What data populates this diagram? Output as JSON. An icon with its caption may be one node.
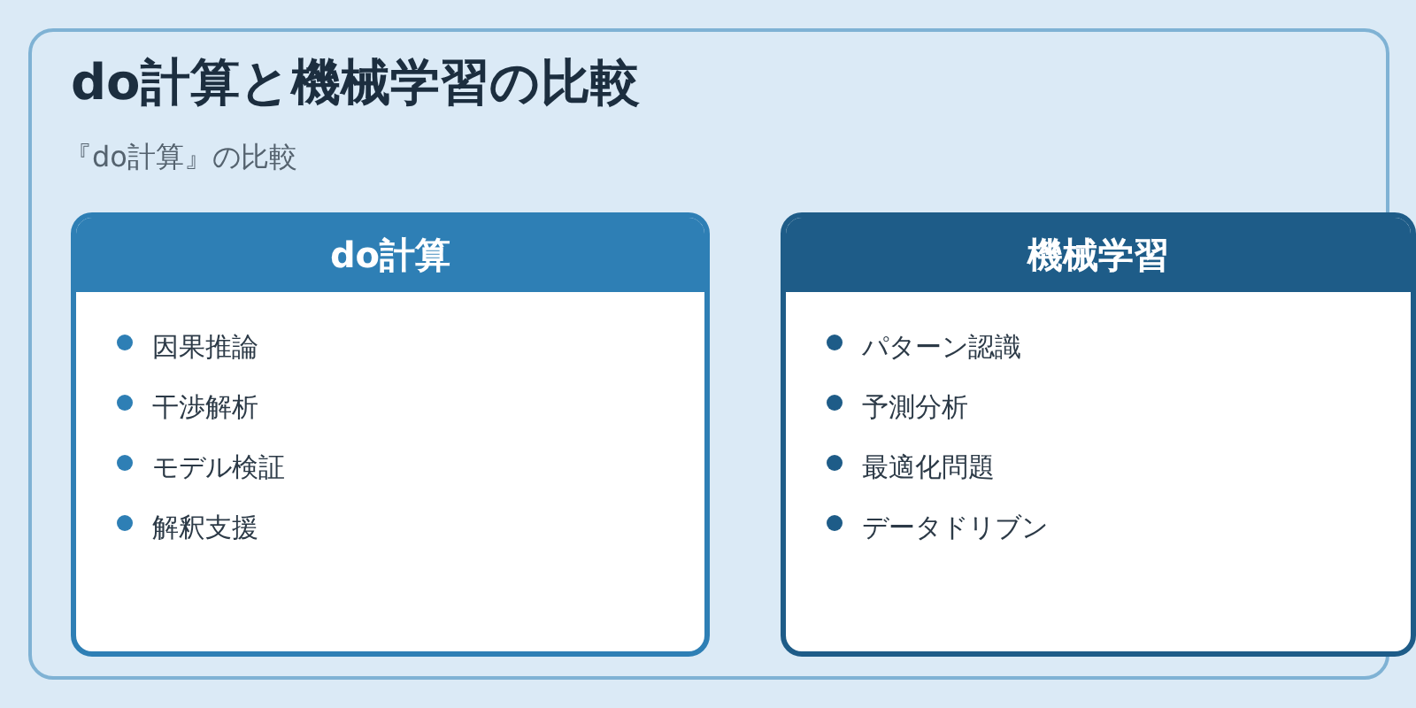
{
  "diagram": {
    "title": "do計算と機械学習の比較",
    "nodes": [
      {
        "text": [
          "do計算",
          "因果推論",
          "干渉解析",
          "モデル検証",
          "解釈支援"
        ]
      },
      {
        "text": [
          "機械学習",
          "パターン認識",
          "予測分析",
          "最適化問題",
          "データドリブン"
        ]
      }
    ],
    "labels": [
      "『do計算』の比較"
    ]
  }
}
